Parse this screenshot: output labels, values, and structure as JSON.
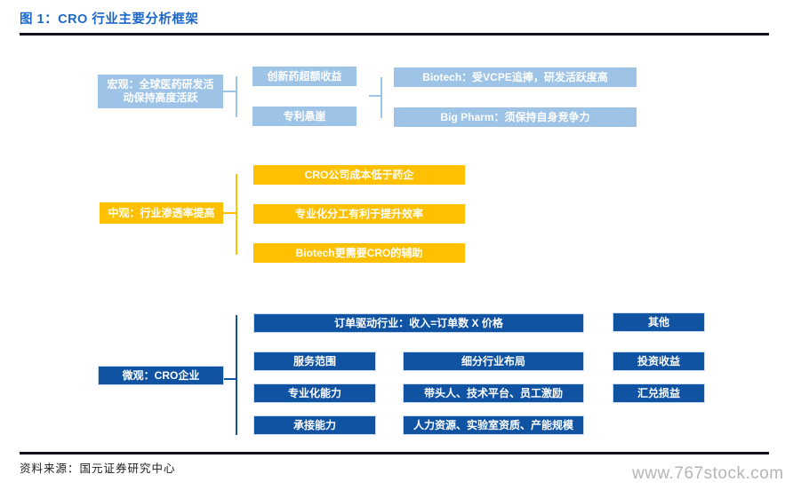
{
  "figure": {
    "title": "图 1：CRO 行业主要分析框架",
    "source": "资料来源：国元证券研究中心",
    "watermark": "www.767stock.com"
  },
  "colors": {
    "title_blue": "#1B68C8",
    "macro_light_blue": "#9DC3E6",
    "meso_orange": "#FFC000",
    "micro_dark_blue": "#1153A3",
    "rule_dark": "#12121c",
    "watermark_gray": "#b5b5b5"
  },
  "diagram": {
    "macro": {
      "label": "宏观：全球医药研发活动保持高度活跃",
      "drivers": [
        "创新药超额收益",
        "专利悬崖"
      ],
      "segments": [
        "Biotech：受VCPE追捧，研发活跃度高",
        "Big Pharm：须保持自身竞争力"
      ]
    },
    "meso": {
      "label": "中观：行业渗透率提高",
      "factors": [
        "CRO公司成本低于药企",
        "专业化分工有利于提升效率",
        "Biotech更需要CRO的辅助"
      ]
    },
    "micro": {
      "label": "微观：CRO企业",
      "revenue_model": "订单驱动行业：收入=订单数 X 价格",
      "capabilities": [
        "服务范围",
        "专业化能力",
        "承接能力"
      ],
      "capability_details": [
        "细分行业布局",
        "带头人、技术平台、员工激励",
        "人力资源、实验室资质、产能规模"
      ],
      "other_items": [
        "其他",
        "投资收益",
        "汇兑损益"
      ]
    }
  }
}
